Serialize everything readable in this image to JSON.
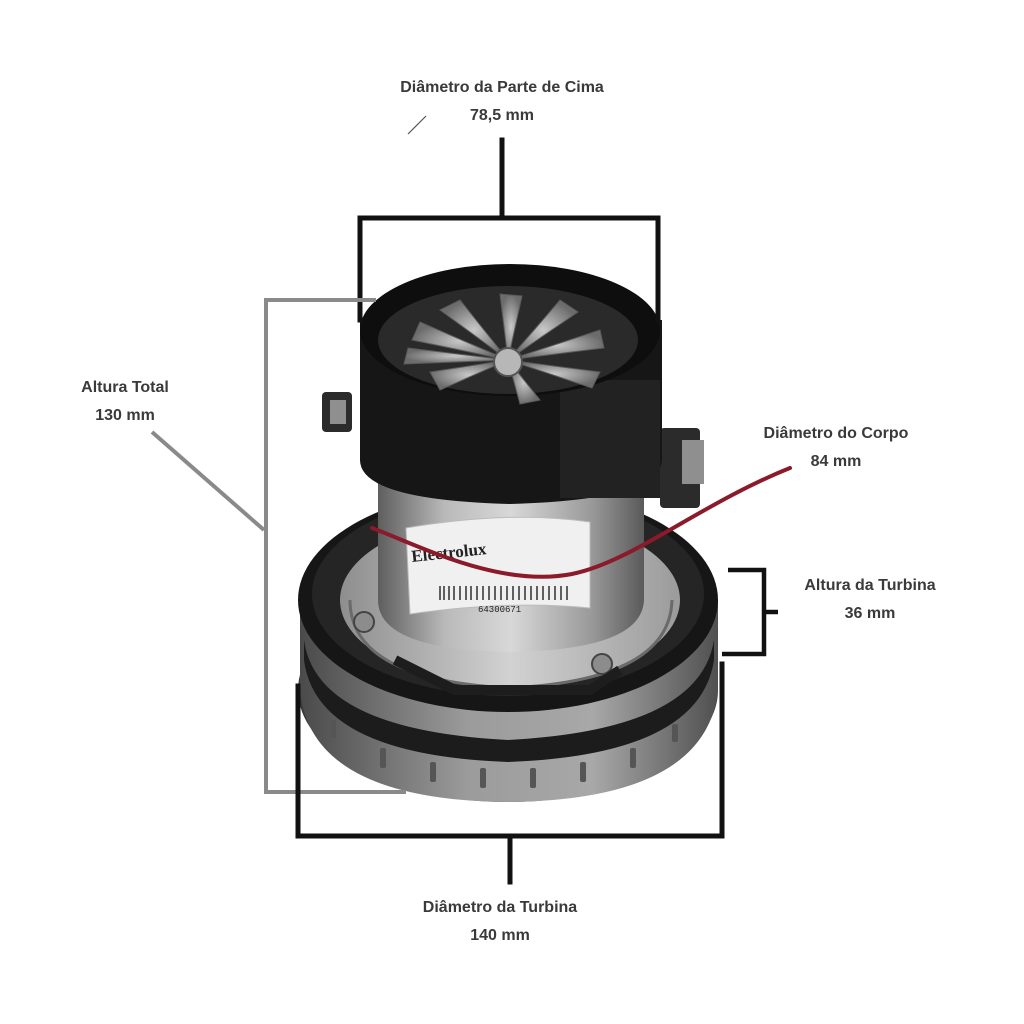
{
  "annotations": {
    "top_diameter": {
      "title": "Diâmetro da Parte de Cima",
      "value": "78,5 mm"
    },
    "total_height": {
      "title": "Altura Total",
      "value": "130 mm"
    },
    "body_diameter": {
      "title": "Diâmetro do Corpo",
      "value": "84 mm"
    },
    "turbine_height": {
      "title": "Altura da Turbina",
      "value": "36 mm"
    },
    "turbine_diameter": {
      "title": "Diâmetro da Turbina",
      "value": "140 mm"
    }
  },
  "product_label": {
    "brand": "Electrolux",
    "code": "64300671"
  },
  "colors": {
    "bracket": "#111111",
    "bracket_gray": "#8a8a8a",
    "body_line": "#8b1a2b",
    "text": "#3a3a3a"
  }
}
